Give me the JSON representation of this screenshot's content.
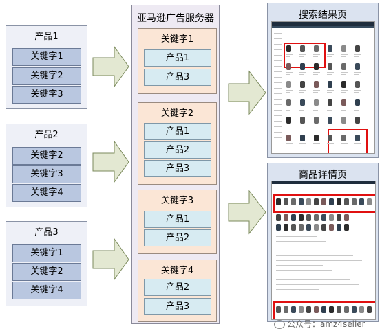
{
  "products": [
    {
      "title": "产品1",
      "keywords": [
        "关键字1",
        "关键字2",
        "关键字3"
      ]
    },
    {
      "title": "产品2",
      "keywords": [
        "关键字2",
        "关键字3",
        "关键字4"
      ]
    },
    {
      "title": "产品3",
      "keywords": [
        "关键字1",
        "关键字2",
        "关键字4"
      ]
    }
  ],
  "server": {
    "title": "亚马逊广告服务器",
    "keyword_groups": [
      {
        "title": "关键字1",
        "products": [
          "产品1",
          "产品3"
        ]
      },
      {
        "title": "关键字2",
        "products": [
          "产品1",
          "产品2",
          "产品3"
        ]
      },
      {
        "title": "关键字3",
        "products": [
          "产品1",
          "产品2"
        ]
      },
      {
        "title": "关键字4",
        "products": [
          "产品2",
          "产品3"
        ]
      }
    ]
  },
  "pages": {
    "search": {
      "title": "搜索结果页"
    },
    "detail": {
      "title": "商品详情页"
    }
  },
  "watermark": "公众号：amz4seller",
  "colors": {
    "arrow_fill": "#e3e8d2",
    "arrow_stroke": "#7b8a5c",
    "highlight_red": "#e01010"
  }
}
